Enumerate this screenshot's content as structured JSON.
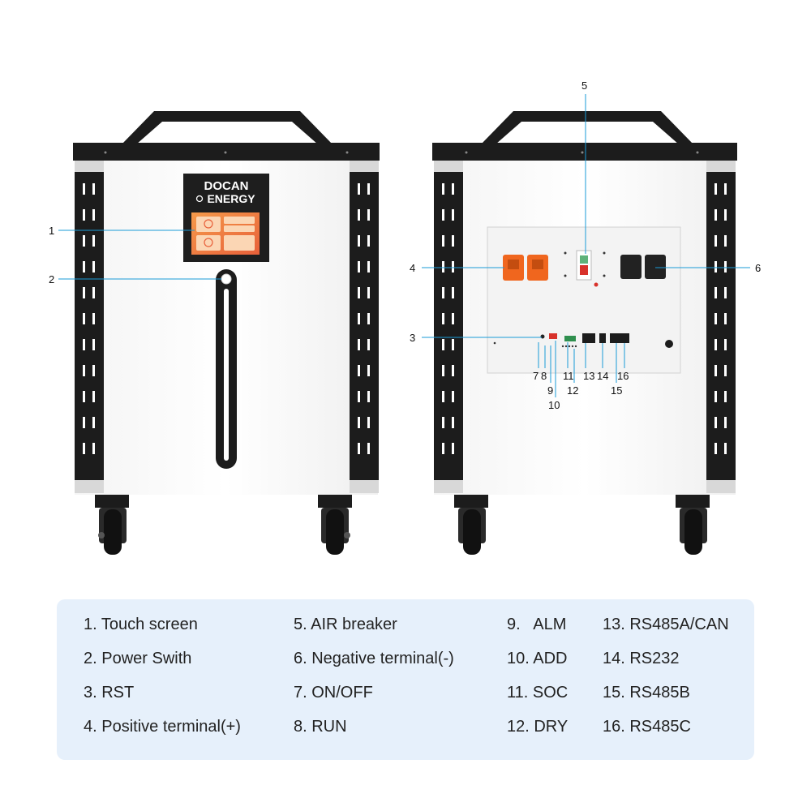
{
  "brand": {
    "line1": "DOCAN",
    "line2": "ENERGY"
  },
  "callouts": [
    "1",
    "2",
    "3",
    "4",
    "5",
    "6",
    "7",
    "8",
    "9",
    "10",
    "11",
    "12",
    "13",
    "14",
    "15",
    "16"
  ],
  "legend": {
    "columns": [
      [
        "1. Touch screen",
        "2. Power Swith",
        "3. RST",
        "4. Positive terminal(+)"
      ],
      [
        "5. AIR breaker",
        "6. Negative terminal(-)",
        "7. ON/OFF",
        "8. RUN"
      ],
      [
        "9.   ALM",
        "10. ADD",
        "11. SOC",
        "12. DRY"
      ],
      [
        "13. RS485A/CAN",
        "14. RS232",
        "15. RS485B",
        "16. RS485C"
      ]
    ]
  },
  "colors": {
    "callout_line": "#1a9bd7",
    "legend_bg": "#e6f0fb",
    "frame": "#1c1c1c",
    "body": "#ffffff",
    "terminal_pos": "#f0661e",
    "terminal_neg": "#222222"
  }
}
